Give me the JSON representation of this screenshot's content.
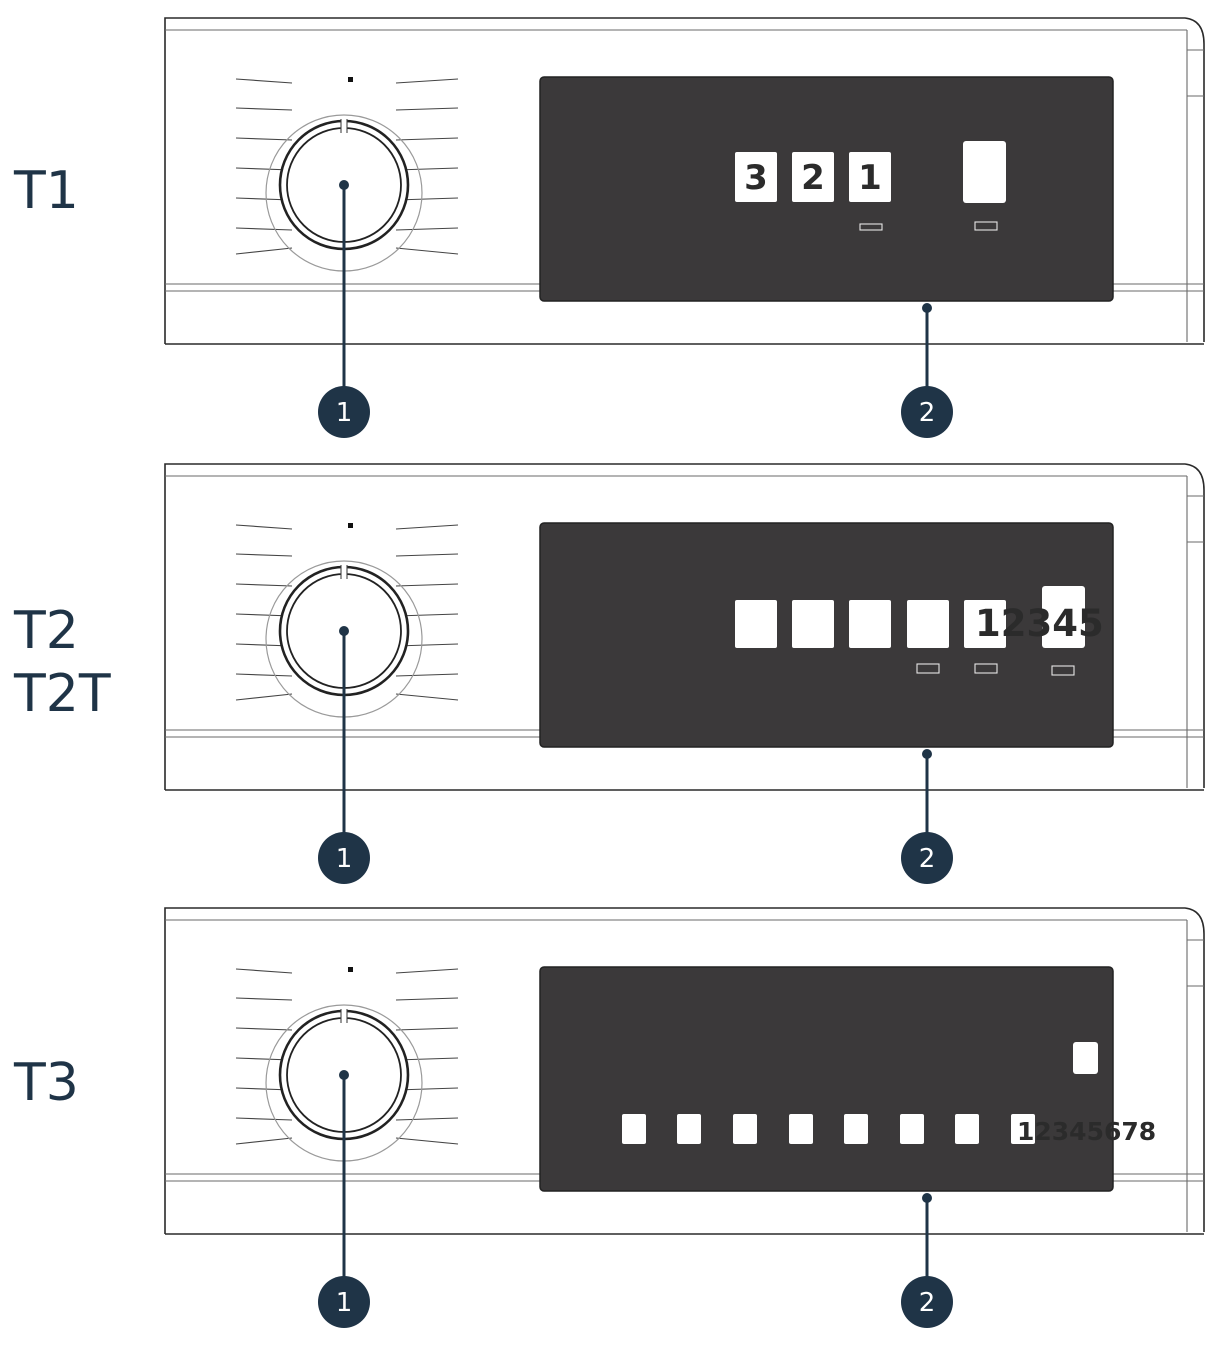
{
  "panels": [
    {
      "id": "t1",
      "labels": [
        "T1"
      ],
      "buttons": [
        "3",
        "2",
        "1"
      ],
      "extra_button": "",
      "overlay_numbers": "",
      "callouts": [
        "1",
        "2"
      ]
    },
    {
      "id": "t2",
      "labels": [
        "T2",
        "T2T"
      ],
      "buttons": [
        "",
        "",
        "",
        "",
        ""
      ],
      "extra_button": "",
      "overlay_numbers": "12345",
      "callouts": [
        "1",
        "2"
      ]
    },
    {
      "id": "t3",
      "labels": [
        "T3"
      ],
      "buttons": [
        "",
        "",
        "",
        "",
        "",
        "",
        "",
        ""
      ],
      "extra_button": "",
      "overlay_numbers": "12345678",
      "callouts": [
        "1",
        "2"
      ]
    }
  ],
  "colors": {
    "label": "#1f3447",
    "display": "#3b393a",
    "badge": "#1f3447"
  }
}
